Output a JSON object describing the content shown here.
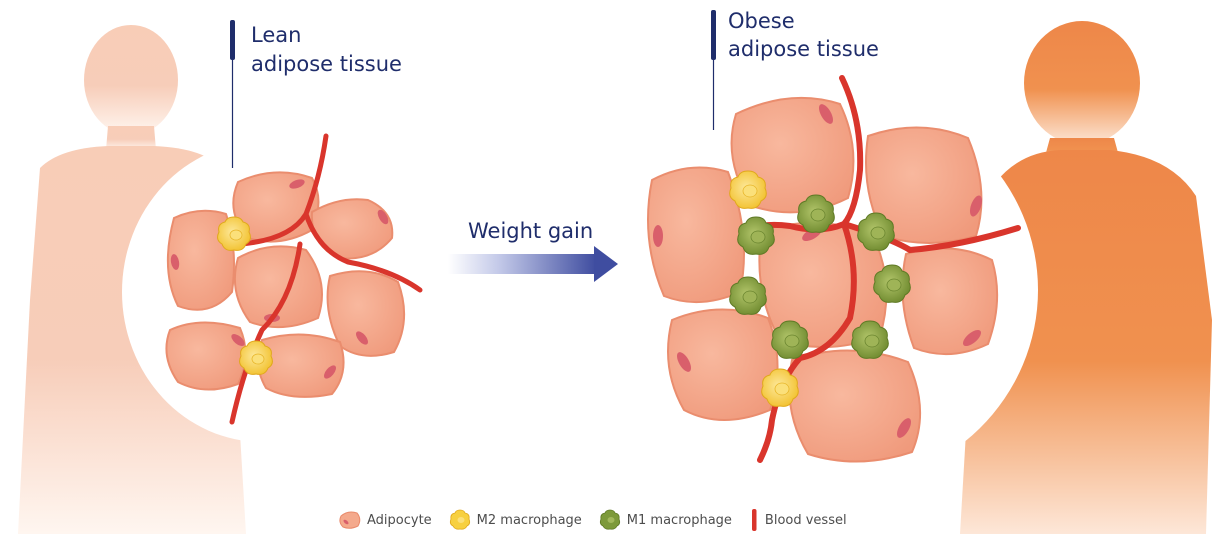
{
  "lean": {
    "title_line1": "Lean",
    "title_line2": "adipose tissue"
  },
  "obese": {
    "title_line1": "Obese",
    "title_line2": "adipose tissue"
  },
  "transition": {
    "label": "Weight gain"
  },
  "legend": {
    "adipocyte": "Adipocyte",
    "m2": "M2 macrophage",
    "m1": "M1 macrophage",
    "vessel": "Blood vessel"
  },
  "colors": {
    "lean_silhouette": "#f6c9b3",
    "obese_silhouette": "#ef8a4e",
    "adipocyte_fill": "#f4a98c",
    "adipocyte_outline": "#e98a6b",
    "nucleus": "#d95f6b",
    "vessel": "#d9352c",
    "m2_macrophage": "#f7d040",
    "m1_macrophage": "#7d9a3a",
    "title_text": "#1f2d6b",
    "arrow": "#3f4da0"
  }
}
